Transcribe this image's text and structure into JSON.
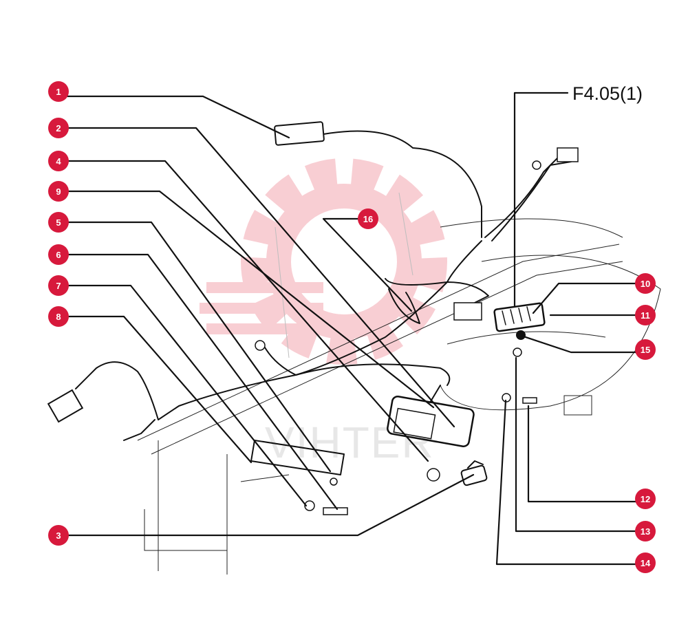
{
  "diagram": {
    "reference_label": "F4.05(1)",
    "watermark_text": "VIHTER",
    "accent_color": "#d7193c",
    "leader_color": "#111111",
    "callouts": [
      {
        "id": "1"
      },
      {
        "id": "2"
      },
      {
        "id": "4"
      },
      {
        "id": "9"
      },
      {
        "id": "5"
      },
      {
        "id": "6"
      },
      {
        "id": "7"
      },
      {
        "id": "8"
      },
      {
        "id": "3"
      },
      {
        "id": "16"
      },
      {
        "id": "10"
      },
      {
        "id": "11"
      },
      {
        "id": "15"
      },
      {
        "id": "12"
      },
      {
        "id": "13"
      },
      {
        "id": "14"
      }
    ]
  }
}
